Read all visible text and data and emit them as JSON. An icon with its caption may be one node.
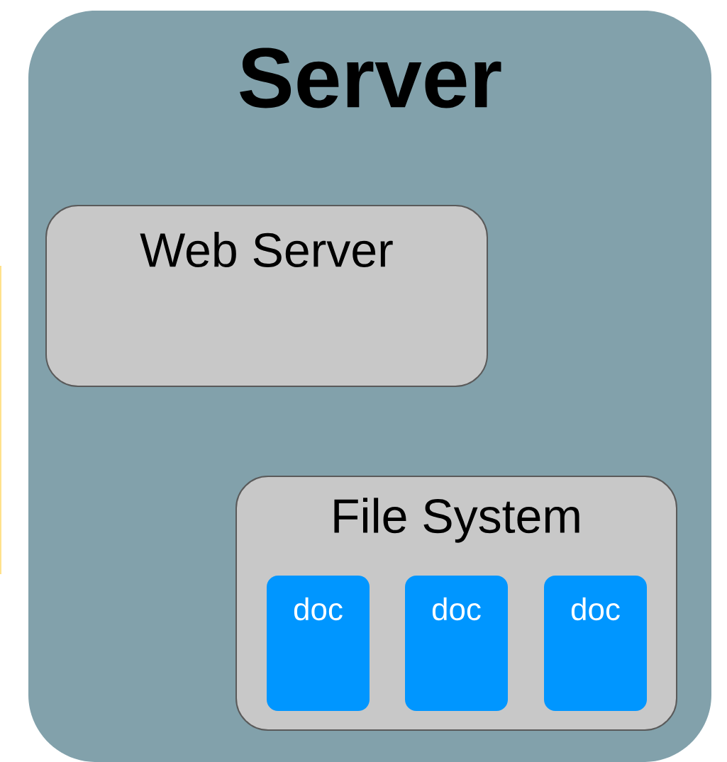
{
  "diagram": {
    "nodes": [
      {
        "text": [
          "Server"
        ]
      },
      {
        "text": [
          "Web Server"
        ],
        "in": 0
      },
      {
        "text": [
          "File System"
        ],
        "in": 0
      },
      {
        "text": [
          "doc"
        ],
        "in": 2
      },
      {
        "text": [
          "doc"
        ],
        "in": 2
      },
      {
        "text": [
          "doc"
        ],
        "in": 2
      }
    ]
  }
}
